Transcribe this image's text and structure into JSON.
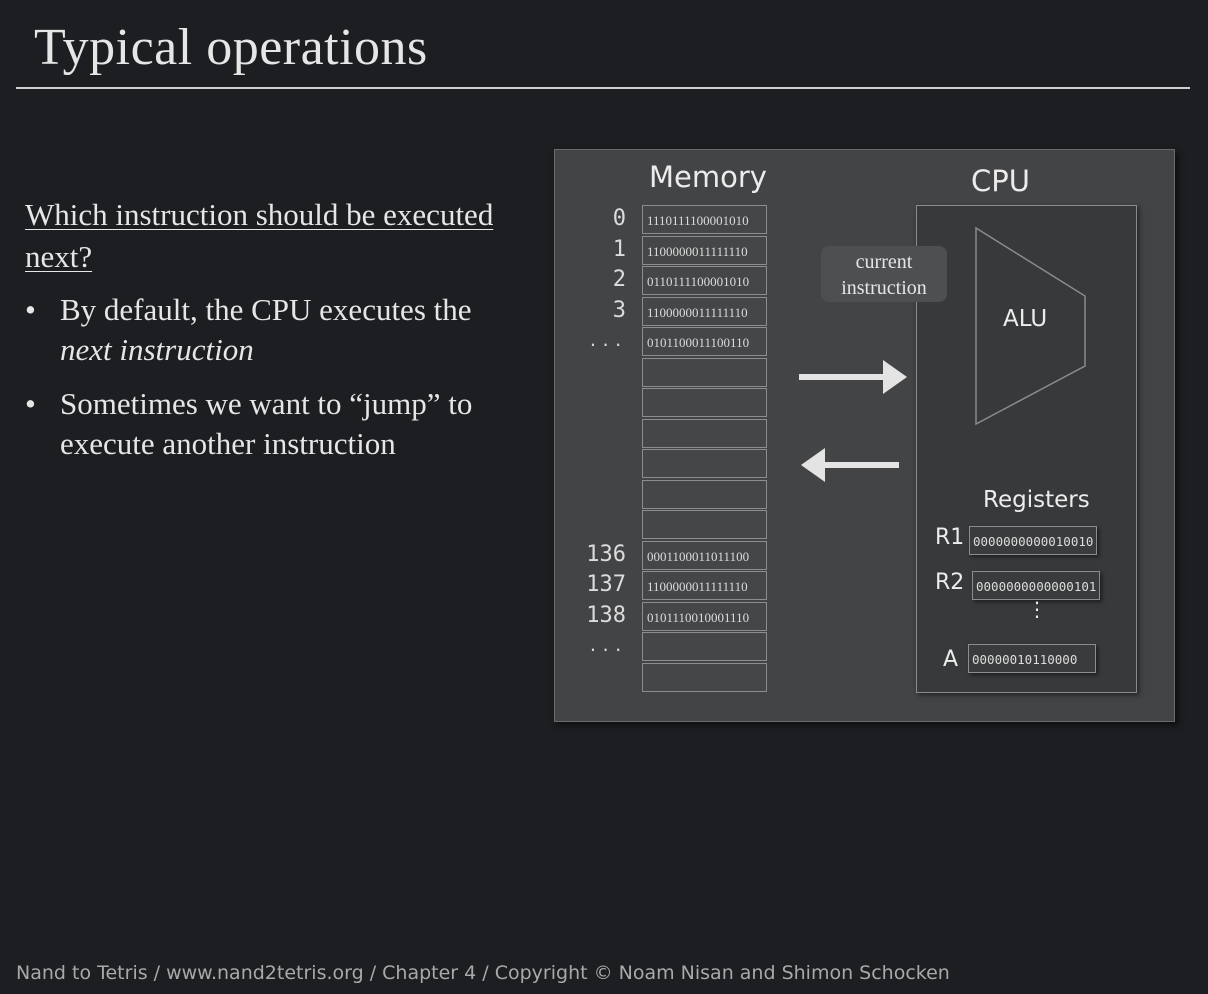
{
  "slide": {
    "title": "Typical operations",
    "question": "Which instruction should be executed next?",
    "bullets": [
      {
        "bullet": "•",
        "text_before": "By default, the CPU executes the ",
        "emphasis": "next instruction"
      },
      {
        "bullet": "•",
        "text": "Sometimes we want to “jump” to execute another instruction"
      }
    ],
    "footer": "Nand to Tetris / www.nand2tetris.org / Chapter 4 / Copyright © Noam Nisan and Shimon Schocken"
  },
  "diagram": {
    "memory_title": "Memory",
    "cpu_title": "CPU",
    "memory_rows": [
      {
        "address": "0",
        "value": "1110111100001010"
      },
      {
        "address": "1",
        "value": "1100000011111110"
      },
      {
        "address": "2",
        "value": "0110111100001010"
      },
      {
        "address": "3",
        "value": "1100000011111110"
      },
      {
        "address": "...",
        "value": "0101100011100110"
      },
      {
        "address": "",
        "value": ""
      },
      {
        "address": "",
        "value": ""
      },
      {
        "address": "",
        "value": ""
      },
      {
        "address": "",
        "value": ""
      },
      {
        "address": "",
        "value": ""
      },
      {
        "address": "",
        "value": ""
      },
      {
        "address": "136",
        "value": "0001100011011100"
      },
      {
        "address": "137",
        "value": "1100000011111110"
      },
      {
        "address": "138",
        "value": "0101110010001110"
      },
      {
        "address": "...",
        "value": ""
      },
      {
        "address": "",
        "value": ""
      }
    ],
    "current_instruction_label": "current instruction",
    "alu_label": "ALU",
    "registers_title": "Registers",
    "registers": [
      {
        "name": "R1",
        "value": "0000000000010010"
      },
      {
        "name": "R2",
        "value": "0000000000000101"
      },
      {
        "name": "A",
        "value": "00000010110000"
      }
    ],
    "registers_ellipsis": "⋮"
  }
}
